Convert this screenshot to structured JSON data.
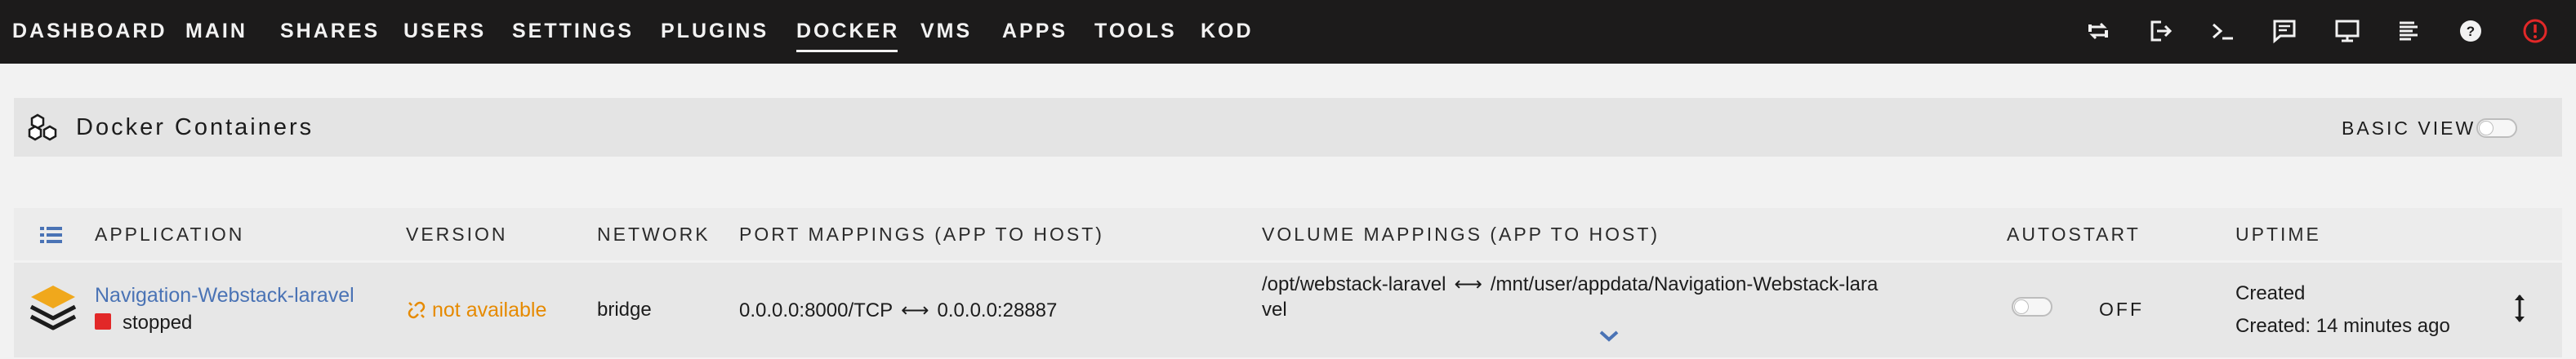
{
  "nav": {
    "items": [
      "DASHBOARD",
      "MAIN",
      "SHARES",
      "USERS",
      "SETTINGS",
      "PLUGINS",
      "DOCKER",
      "VMS",
      "APPS",
      "TOOLS",
      "KOD"
    ],
    "active": "DOCKER",
    "icons": [
      "switch-language-icon",
      "logout-icon",
      "terminal-icon",
      "feedback-icon",
      "info-icon",
      "log-icon",
      "help-icon",
      "notifications-alert-icon"
    ]
  },
  "section": {
    "title": "Docker Containers",
    "basic_view_label": "BASIC VIEW",
    "basic_view_on": false
  },
  "table": {
    "columns": {
      "application": "APPLICATION",
      "version": "VERSION",
      "network": "NETWORK",
      "ports": "PORT MAPPINGS (APP TO HOST)",
      "volumes": "VOLUME MAPPINGS (APP TO HOST)",
      "autostart": "AUTOSTART",
      "uptime": "UPTIME"
    },
    "rows": [
      {
        "name": "Navigation-Webstack-laravel",
        "status": "stopped",
        "version": "not available",
        "network": "bridge",
        "port_app": "0.0.0.0:8000/TCP",
        "port_host": "0.0.0.0:28887",
        "volume_line1_app": "/opt/webstack-laravel",
        "volume_line1_host": "/mnt/user/appdata/Navigation-Webstack-lara",
        "volume_line2": "vel",
        "autostart_label": "OFF",
        "autostart_on": false,
        "uptime_line1": "Created",
        "uptime_line2": "Created: 14 minutes ago"
      }
    ]
  },
  "colors": {
    "topbar": "#1c1b1b",
    "link": "#4a73b5",
    "warning": "#e68a00",
    "stopped": "#e22828",
    "alert": "#e22828"
  }
}
